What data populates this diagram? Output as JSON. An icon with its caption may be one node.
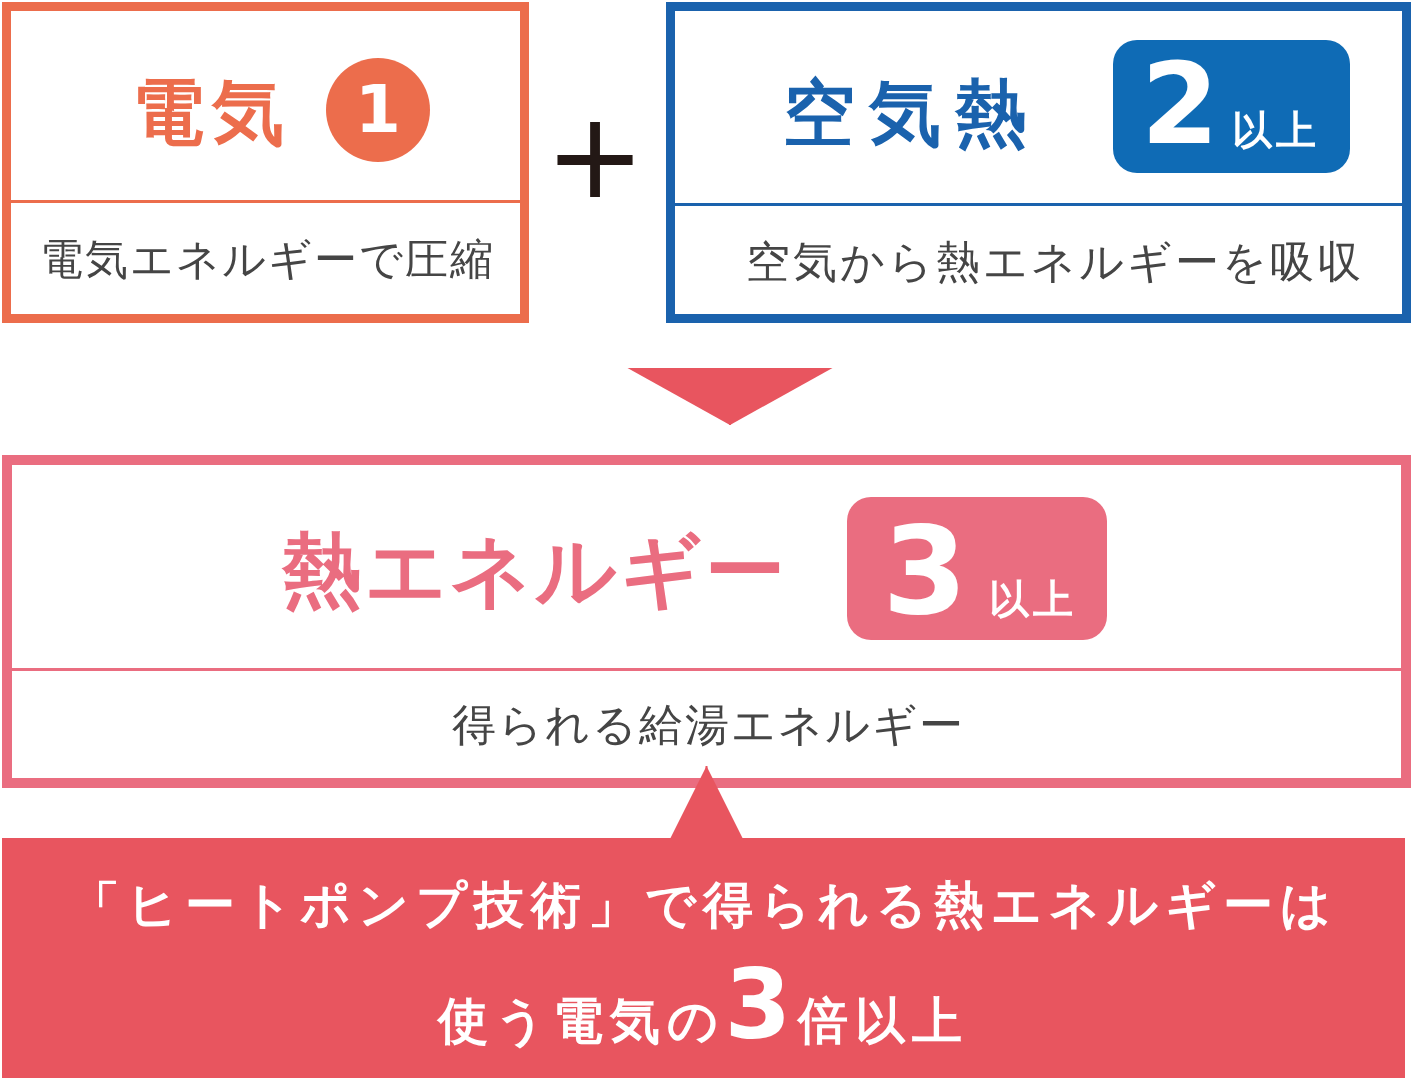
{
  "diagram": {
    "nodes": [
      {
        "text": [
          "電気",
          "電気エネルギーで圧縮"
        ]
      },
      {
        "text": [
          "1"
        ],
        "in": 0
      },
      {
        "text": [
          "空気熱",
          "空気から熱エネルギーを吸収"
        ]
      },
      {
        "text": [
          "2",
          "以上"
        ],
        "in": 2
      },
      {
        "text": [
          "熱エネルギー",
          "得られる給湯エネルギー"
        ]
      },
      {
        "text": [
          "3",
          "以上"
        ],
        "in": 4
      },
      {
        "text": [
          "「ヒートポンプ技術」で得られる熱エネルギーは使う電気の**3**倍以上"
        ]
      }
    ],
    "edges": [
      {
        "from": null,
        "to": 4,
        "arrow": "to"
      },
      {
        "from": 6,
        "to": 4,
        "arrow": "to"
      }
    ],
    "labels": [
      "+"
    ]
  }
}
